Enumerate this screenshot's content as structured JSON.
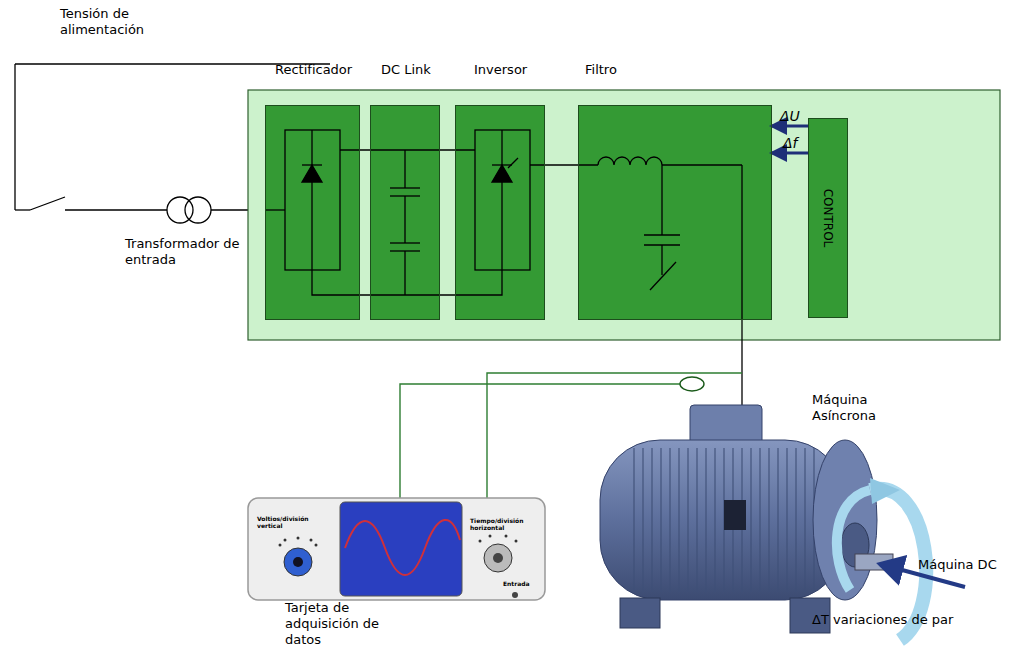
{
  "diagram": {
    "nodes": [
      {
        "text": [
          "Rectificador"
        ]
      },
      {
        "text": [
          "DC Link"
        ]
      },
      {
        "text": [
          "Inversor"
        ]
      },
      {
        "text": [
          "Filtro"
        ]
      },
      {
        "text": [
          "CONTROL"
        ]
      }
    ],
    "edges": [
      {
        "from": 4,
        "to": 3,
        "label": "ΔU",
        "arrow": "to"
      },
      {
        "from": 4,
        "to": 3,
        "label": "Δf",
        "arrow": "to"
      }
    ],
    "labels": [
      "Tensión de alimentación",
      "Transformador de entrada",
      "Voltios/división vertical",
      "Tiempo/división horizontal",
      "Entrada",
      "Tarjeta de adquisición de datos",
      "Máquina Asíncrona",
      "Máquina DC",
      "ΔT variaciones de par"
    ]
  }
}
